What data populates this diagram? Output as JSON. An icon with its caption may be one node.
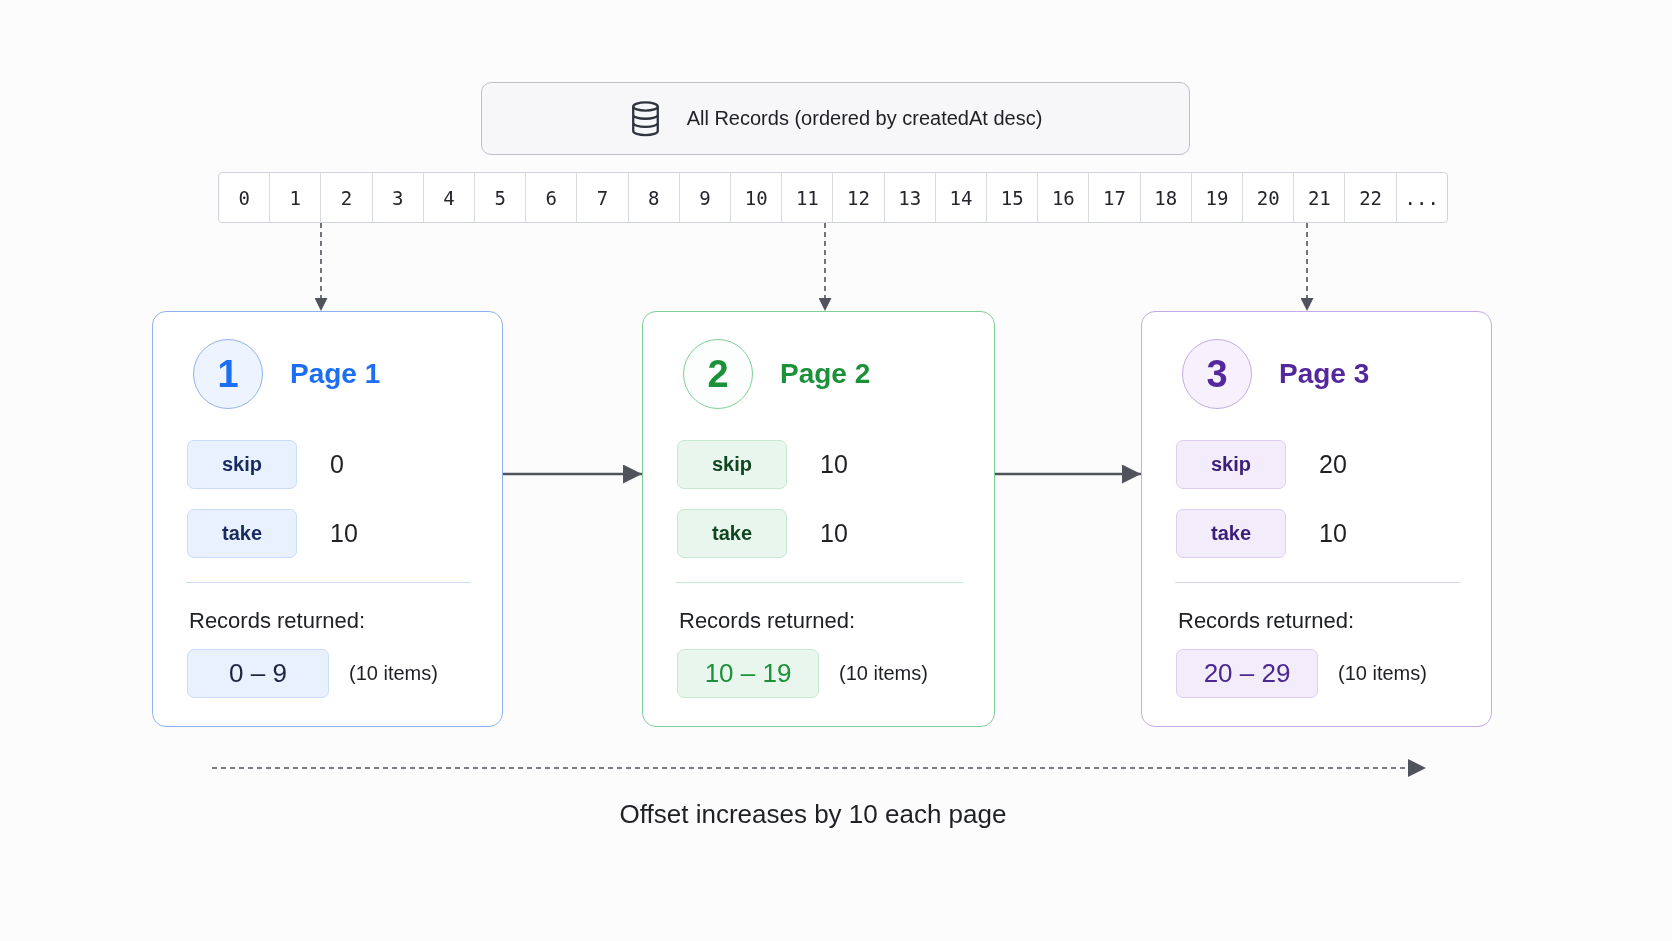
{
  "diagram": {
    "nodes": [
      {
        "text": [
          "All Records (ordered by createdAt desc)"
        ]
      },
      {
        "text": [],
        "shape": "bar"
      },
      {
        "text": [
          "0"
        ],
        "in": 1
      },
      {
        "text": [
          "1"
        ],
        "in": 1
      },
      {
        "text": [
          "2"
        ],
        "in": 1
      },
      {
        "text": [
          "3"
        ],
        "in": 1
      },
      {
        "text": [
          "4"
        ],
        "in": 1
      },
      {
        "text": [
          "5"
        ],
        "in": 1
      },
      {
        "text": [
          "6"
        ],
        "in": 1
      },
      {
        "text": [
          "7"
        ],
        "in": 1
      },
      {
        "text": [
          "8"
        ],
        "in": 1
      },
      {
        "text": [
          "9"
        ],
        "in": 1
      },
      {
        "text": [
          "10"
        ],
        "in": 1
      },
      {
        "text": [
          "11"
        ],
        "in": 1
      },
      {
        "text": [
          "12"
        ],
        "in": 1
      },
      {
        "text": [
          "13"
        ],
        "in": 1
      },
      {
        "text": [
          "14"
        ],
        "in": 1
      },
      {
        "text": [
          "15"
        ],
        "in": 1
      },
      {
        "text": [
          "16"
        ],
        "in": 1
      },
      {
        "text": [
          "17"
        ],
        "in": 1
      },
      {
        "text": [
          "18"
        ],
        "in": 1
      },
      {
        "text": [
          "19"
        ],
        "in": 1
      },
      {
        "text": [
          "20"
        ],
        "in": 1
      },
      {
        "text": [
          "21"
        ],
        "in": 1
      },
      {
        "text": [
          "22"
        ],
        "in": 1
      },
      {
        "text": [
          "..."
        ],
        "in": 1
      },
      {
        "text": [
          "Page 1",
          "Records returned:"
        ]
      },
      {
        "text": [
          "1"
        ],
        "in": 26
      },
      {
        "text": [
          "skip"
        ],
        "in": 26,
        "beside": [
          "0"
        ]
      },
      {
        "text": [
          "take"
        ],
        "in": 26,
        "beside": [
          "10"
        ]
      },
      {
        "text": [
          "0 – 9"
        ],
        "in": 26,
        "beside": [
          "(10 items)"
        ]
      },
      {
        "text": [
          "Page 2",
          "Records returned:"
        ]
      },
      {
        "text": [
          "2"
        ],
        "in": 31
      },
      {
        "text": [
          "skip"
        ],
        "in": 31,
        "beside": [
          "10"
        ]
      },
      {
        "text": [
          "take"
        ],
        "in": 31,
        "beside": [
          "10"
        ]
      },
      {
        "text": [
          "10 – 19"
        ],
        "in": 31,
        "beside": [
          "(10 items)"
        ]
      },
      {
        "text": [
          "Page 3",
          "Records returned:"
        ]
      },
      {
        "text": [
          "3"
        ],
        "in": 36
      },
      {
        "text": [
          "skip"
        ],
        "in": 36,
        "beside": [
          "20"
        ]
      },
      {
        "text": [
          "take"
        ],
        "in": 36,
        "beside": [
          "10"
        ]
      },
      {
        "text": [
          "20 – 29"
        ],
        "in": 36,
        "beside": [
          "(10 items)"
        ]
      }
    ],
    "edges": [
      {
        "from": 1,
        "to": 26,
        "arrow": "to",
        "style": "dashed"
      },
      {
        "from": 1,
        "to": 31,
        "arrow": "to",
        "style": "dashed"
      },
      {
        "from": 1,
        "to": 36,
        "arrow": "to",
        "style": "dashed"
      },
      {
        "from": 26,
        "to": 31,
        "arrow": "to"
      },
      {
        "from": 31,
        "to": 36,
        "arrow": "to"
      }
    ],
    "labels": [
      "Offset increases by 10 each page"
    ]
  }
}
